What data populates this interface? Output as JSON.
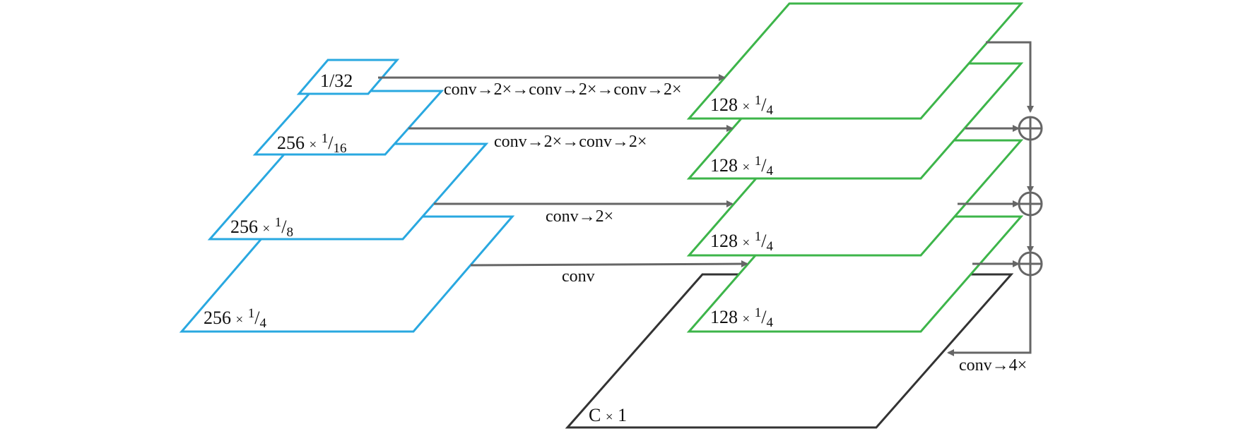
{
  "colors": {
    "encoder": "#29a8e0",
    "decoder": "#3db54a",
    "output": "#333333",
    "arrow": "#666666",
    "text": "#111111"
  },
  "encoder": {
    "l32": {
      "text": "1/32"
    },
    "l16": {
      "c": "256",
      "n": "1",
      "d": "16"
    },
    "l8": {
      "c": "256",
      "n": "1",
      "d": "8"
    },
    "l4": {
      "c": "256",
      "n": "1",
      "d": "4"
    }
  },
  "decoder": {
    "d1": {
      "c": "128",
      "n": "1",
      "d": "4"
    },
    "d2": {
      "c": "128",
      "n": "1",
      "d": "4"
    },
    "d3": {
      "c": "128",
      "n": "1",
      "d": "4"
    },
    "d4": {
      "c": "128",
      "n": "1",
      "d": "4"
    }
  },
  "output": {
    "c": "C",
    "v": "1"
  },
  "operations": {
    "op32": "conv→2×→conv→2×→conv→2×",
    "op16": "conv→2×→conv→2×",
    "op8": "conv→2×",
    "op4": "conv",
    "final": "conv→4×"
  },
  "symbols": {
    "times": "×",
    "plus": "+"
  }
}
